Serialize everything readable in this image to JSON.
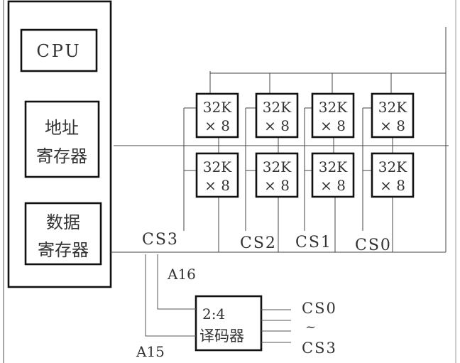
{
  "cpu_panel": {
    "cpu_label": "CPU",
    "addr_reg_label_1": "地址",
    "addr_reg_label_2": "寄存器",
    "data_reg_label_1": "数据",
    "data_reg_label_2": "寄存器"
  },
  "memory": {
    "chip_top": "32K",
    "chip_bottom": "× 8",
    "chips": [
      {
        "row": 1,
        "col": 1
      },
      {
        "row": 1,
        "col": 2
      },
      {
        "row": 1,
        "col": 3
      },
      {
        "row": 1,
        "col": 4
      },
      {
        "row": 2,
        "col": 1
      },
      {
        "row": 2,
        "col": 2
      },
      {
        "row": 2,
        "col": 3
      },
      {
        "row": 2,
        "col": 4
      }
    ]
  },
  "chip_selects": [
    "CS3",
    "CS2",
    "CS1",
    "CS0"
  ],
  "decoder": {
    "label_1": "2:4",
    "label_2": "译码器",
    "output_first": "CS0",
    "output_mid": "~",
    "output_last": "CS3",
    "input_a16": "A16",
    "input_a15": "A15"
  },
  "colors": {
    "ink": "#111111",
    "wire": "#555555",
    "background": "#ffffff"
  }
}
